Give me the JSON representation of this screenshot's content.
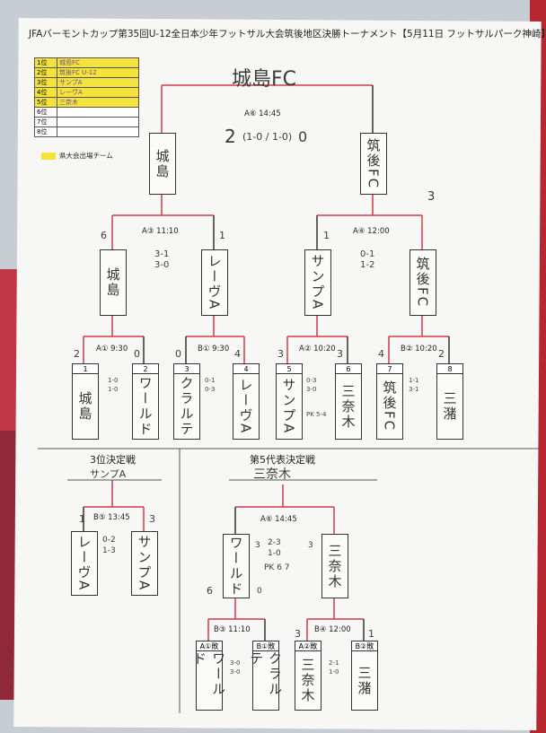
{
  "title": "JFAバーモントカップ第35回U-12全日本少年フットサル大会筑後地区決勝トーナメント【5月11日 フットサルパーク神崎】",
  "ranking": [
    {
      "pos": "1位",
      "team": "城島FC",
      "qualified": true
    },
    {
      "pos": "2位",
      "team": "筑後FC U-12",
      "qualified": true
    },
    {
      "pos": "3位",
      "team": "サンプA",
      "qualified": true
    },
    {
      "pos": "4位",
      "team": "レーヴA",
      "qualified": true
    },
    {
      "pos": "5位",
      "team": "三奈木",
      "qualified": true
    },
    {
      "pos": "6位",
      "team": "",
      "qualified": false
    },
    {
      "pos": "7位",
      "team": "",
      "qualified": false
    },
    {
      "pos": "8位",
      "team": "",
      "qualified": false
    }
  ],
  "legend": "県大会出場チーム",
  "colors": {
    "qualified": "#f4e33c",
    "winner_line": "#d23a4a",
    "line": "#333333"
  },
  "final": {
    "winner_name": "城島FC",
    "match_label": "A⑥ 14:45",
    "score_left": "2",
    "score_right": "0",
    "half_scores": "(1-0 / 1-0)",
    "half1": "1-0",
    "half2": "1-0",
    "left_team": "城島",
    "right_team": "筑後FC"
  },
  "semis": [
    {
      "label": "A③ 11:10",
      "left": "城島",
      "right": "レーヴA",
      "left_score": "6",
      "right_score": "1",
      "half1": "3-1",
      "half2": "3-0"
    },
    {
      "label": "A④ 12:00",
      "left": "サンプA",
      "right": "筑後FC",
      "left_score": "1",
      "right_score": "3",
      "half1": "0-1",
      "half2": "1-2"
    }
  ],
  "quarters": [
    {
      "label": "A① 9:30",
      "left_score": "2",
      "right_score": "0",
      "half1": "1-0",
      "half2": "1-0"
    },
    {
      "label": "B① 9:30",
      "left_score": "0",
      "right_score": "4",
      "half1": "0-1",
      "half2": "0-3"
    },
    {
      "label": "A② 10:20",
      "left_score": "3",
      "right_score": "3",
      "half1": "0-3",
      "half2": "3-0",
      "pk": "PK 5-4"
    },
    {
      "label": "B② 10:20",
      "left_score": "4",
      "right_score": "2",
      "half1": "1-1",
      "half2": "3-1"
    }
  ],
  "seeds": [
    {
      "num": "1",
      "team": "城島",
      "score": "2"
    },
    {
      "num": "2",
      "team": "ワールド",
      "score": "0"
    },
    {
      "num": "3",
      "team": "クラルテ",
      "score": "0"
    },
    {
      "num": "4",
      "team": "レーヴA",
      "score": "4"
    },
    {
      "num": "5",
      "team": "サンプA",
      "score": "3"
    },
    {
      "num": "6",
      "team": "三奈木",
      "score": "3"
    },
    {
      "num": "7",
      "team": "筑後FC",
      "score": "4"
    },
    {
      "num": "8",
      "team": "三潴",
      "score": "2"
    }
  ],
  "third_place": {
    "title": "3位決定戦",
    "winner": "サンプA",
    "label": "B⑤ 13:45",
    "left": "レーヴA",
    "right": "サンプA",
    "left_score": "1",
    "right_score": "3",
    "half1": "0-2",
    "half2": "1-3"
  },
  "fifth": {
    "title": "第5代表決定戦",
    "winner": "三奈木",
    "final_label": "A⑥ 14:45",
    "left": "ワールド",
    "right": "三奈木",
    "left_score": "3",
    "right_score": "3",
    "half1": "2-3",
    "half2": "1-0",
    "pk": "PK 6 7",
    "semi_left_label": "B③ 11:10",
    "semi_right_label": "B④ 12:00",
    "semi_left_scores": [
      "6",
      "0"
    ],
    "semi_right_scores": [
      "3",
      "1"
    ],
    "slot1": "A①敗",
    "slot2": "B①敗",
    "slot3": "A②敗",
    "slot4": "B②敗",
    "team1": "ワールド",
    "team2": "クラルテ",
    "team3": "三奈木",
    "team4": "三潴",
    "s1h1": "3-0",
    "s1h2": "3-0",
    "s2h1": "2-1",
    "s2h2": "1-0"
  }
}
